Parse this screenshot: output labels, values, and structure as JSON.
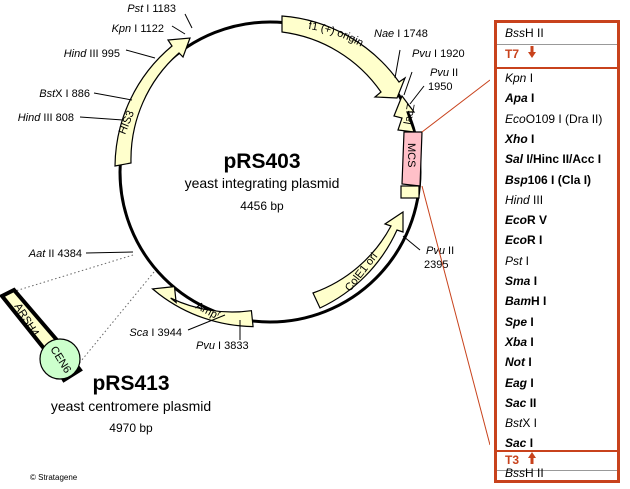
{
  "plasmid": {
    "name": "pRS403",
    "description": "yeast integrating plasmid",
    "size": "4456 bp"
  },
  "derivative": {
    "name": "pRS413",
    "description": "yeast centromere plasmid",
    "size": "4970 bp"
  },
  "features": {
    "f1_origin": "f1 (+) origin",
    "his3": "HIS3",
    "lacz": "lacZ",
    "mcs": "MCS",
    "cole1": "ColE1 ori",
    "amp": "Amp",
    "amp_sup": "r",
    "arsh4": "ARSH4",
    "cen6": "CEN6"
  },
  "sites": [
    {
      "enzyme_it": "Pst",
      "enzyme": " I 1183"
    },
    {
      "enzyme_it": "Kpn",
      "enzyme": " I 1122"
    },
    {
      "enzyme_it": "Hind",
      "enzyme": " III 995"
    },
    {
      "enzyme_it": "Bst",
      "enzyme": "X I 886"
    },
    {
      "enzyme_it": "Hind",
      "enzyme": " III 808"
    },
    {
      "enzyme_it": "Nae",
      "enzyme": " I 1748"
    },
    {
      "enzyme_it": "Pvu",
      "enzyme": " I 1920"
    },
    {
      "enzyme_it": "Pvu",
      "enzyme": " II"
    },
    {
      "enzyme_it": "",
      "enzyme": "1950"
    },
    {
      "enzyme_it": "Pvu",
      "enzyme": " II"
    },
    {
      "enzyme_it": "",
      "enzyme": "2395"
    },
    {
      "enzyme_it": "Aat",
      "enzyme": " II 4384"
    },
    {
      "enzyme_it": "Sca",
      "enzyme": " I 3944"
    },
    {
      "enzyme_it": "Pvu",
      "enzyme": " I 3833"
    }
  ],
  "copyright": "© Stratagene",
  "mcs_panel": {
    "top_end": {
      "it": "Bss",
      "rest": "H II"
    },
    "t7": "T7",
    "t3": "T3",
    "bottom_end": {
      "it": "Bss",
      "rest": "H II"
    },
    "arrow_down": "down-arrow-icon",
    "arrow_up": "up-arrow-icon",
    "color": "#c8421c",
    "entries": [
      {
        "it": "Kpn",
        "rest": " I",
        "bold": false
      },
      {
        "it": "Apa",
        "rest": " I",
        "bold": true
      },
      {
        "it": "Eco",
        "rest": "O109 I (Dra II)",
        "bold": false
      },
      {
        "it": "Xho",
        "rest": " I",
        "bold": true
      },
      {
        "it": "Sal",
        "rest": " I/Hinc II/Acc I",
        "bold": true
      },
      {
        "it": "Bsp",
        "rest": "106 I (Cla I)",
        "bold": true
      },
      {
        "it": "Hind",
        "rest": " III",
        "bold": false
      },
      {
        "it": "Eco",
        "rest": "R V",
        "bold": true
      },
      {
        "it": "Eco",
        "rest": "R I",
        "bold": true
      },
      {
        "it": "Pst",
        "rest": " I",
        "bold": false
      },
      {
        "it": "Sma",
        "rest": " I",
        "bold": true
      },
      {
        "it": "Bam",
        "rest": "H I",
        "bold": true
      },
      {
        "it": "Spe",
        "rest": " I",
        "bold": true
      },
      {
        "it": "Xba",
        "rest": " I",
        "bold": true
      },
      {
        "it": "Not",
        "rest": " I",
        "bold": true
      },
      {
        "it": "Eag",
        "rest": " I",
        "bold": true
      },
      {
        "it": "Sac",
        "rest": " II",
        "bold": true
      },
      {
        "it": "Bst",
        "rest": "X I",
        "bold": false
      },
      {
        "it": "Sac",
        "rest": " I",
        "bold": true
      }
    ]
  }
}
